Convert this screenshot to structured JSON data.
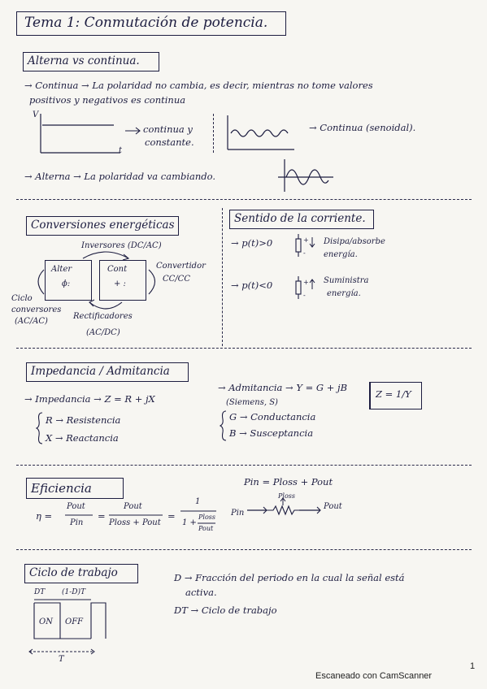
{
  "title": "Tema 1: Conmutación de potencia.",
  "sec1": {
    "heading": "Alterna vs continua.",
    "line1": "→ Continua → La polaridad no cambia, es decir, mientras no tome valores",
    "line2": "positivos y negativos es continua",
    "axis_v": "V",
    "axis_t": "t",
    "label_const_1": "continua y",
    "label_const_2": "constante.",
    "label_senoidal": "→ Continua (senoidal).",
    "alterna": "→ Alterna → La polaridad va cambiando."
  },
  "sec2": {
    "heading": "Conversiones energéticas",
    "inversores": "Inversores (DC/AC)",
    "box_left_1": "Alter",
    "box_left_2": "ϕ:",
    "box_right_1": "Cont",
    "box_right_2": "+ :",
    "convertidor_1": "Convertidor",
    "convertidor_2": "CC/CC",
    "ciclo_1": "Ciclo",
    "ciclo_2": "conversores",
    "ciclo_3": "(AC/AC)",
    "rect_1": "Rectificadores",
    "rect_2": "(AC/DC)"
  },
  "sec3": {
    "heading": "Sentido de la corriente.",
    "p1": "→ p(t)>0",
    "p1_desc_1": "Disipa/absorbe",
    "p1_desc_2": "energía.",
    "p2": "→ p(t)<0",
    "p2_desc_1": "Suministra",
    "p2_desc_2": "energía."
  },
  "sec4": {
    "heading": "Impedancia / Admitancia",
    "imp": "→ Impedancia → Z = R + jX",
    "r": "R → Resistencia",
    "x": "X → Reactancia",
    "adm": "→ Admitancia → Y = G + jB",
    "siemens": "(Siemens, S)",
    "g": "G → Conductancia",
    "b": "B → Susceptancia",
    "zy": "Z = 1/Y"
  },
  "sec5": {
    "heading": "Eficiencia",
    "eta": "η =",
    "pout": "Pout",
    "pin": "Pin",
    "eq1": "=",
    "ploss_pout": "Ploss + Pout",
    "eq2": "=",
    "one": "1",
    "one_plus": "1 +",
    "ploss": "Ploss",
    "pin_eq": "Pin = Ploss + Pout",
    "pin_diag": "Pin",
    "ploss_diag": "Ploss",
    "pout_diag": "Pout"
  },
  "sec6": {
    "heading": "Ciclo de trabajo",
    "dt": "DT",
    "one_minus_dt": "(1-D)T",
    "on": "ON",
    "off": "OFF",
    "t": "T",
    "d_desc_1": "D → Fracción del periodo en la cual la señal está",
    "d_desc_2": "activa.",
    "dt_desc": "DT → Ciclo de trabajo"
  },
  "footer": {
    "scanner": "Escaneado con CamScanner",
    "page": "1"
  }
}
